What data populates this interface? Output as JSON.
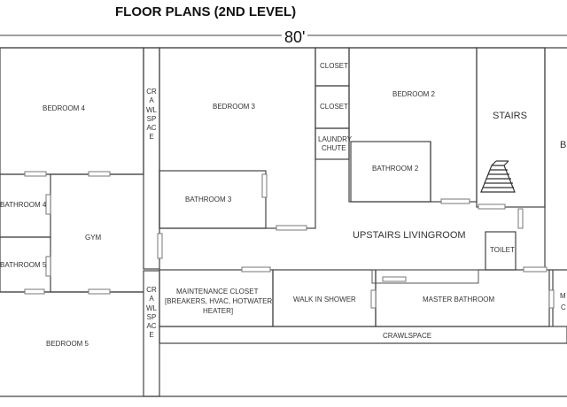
{
  "title": "FLOOR PLANS (2ND LEVEL)",
  "dimension": "80'",
  "rooms": {
    "bedroom4": "BEDROOM 4",
    "bedroom3": "BEDROOM 3",
    "bedroom2": "BEDROOM 2",
    "bedroom5": "BEDROOM 5",
    "bathroom4": "BATHROOM 4",
    "bathroom5": "BATHROOM 5",
    "bathroom3": "BATHROOM 3",
    "bathroom2": "BATHROOM 2",
    "gym": "GYM",
    "closet1": "CLOSET",
    "closet2": "CLOSET",
    "laundry_line1": "LAUNDRY",
    "laundry_line2": "CHUTE",
    "stairs": "STAIRS",
    "edge_b": "B",
    "edge_m": "M",
    "edge_c": "C",
    "upstairs_livingroom": "UPSTAIRS LIVINGROOM",
    "toilet": "TOILET",
    "maint_line1": "MAINTENANCE CLOSET",
    "maint_line2": "[BREAKERS, HVAC, HOTWATER",
    "maint_line3": "HEATER]",
    "walk_in_shower": "WALK IN SHOWER",
    "master_bathroom": "MASTER BATHROOM",
    "crawlspace_horizontal": "CRAWLSPACE",
    "crawlspace_vertical_top": "CRAWLSPACE",
    "crawlspace_vertical_bottom": "CRAWLSPACE"
  },
  "colors": {
    "wall": "#444444",
    "door": "#777777"
  }
}
